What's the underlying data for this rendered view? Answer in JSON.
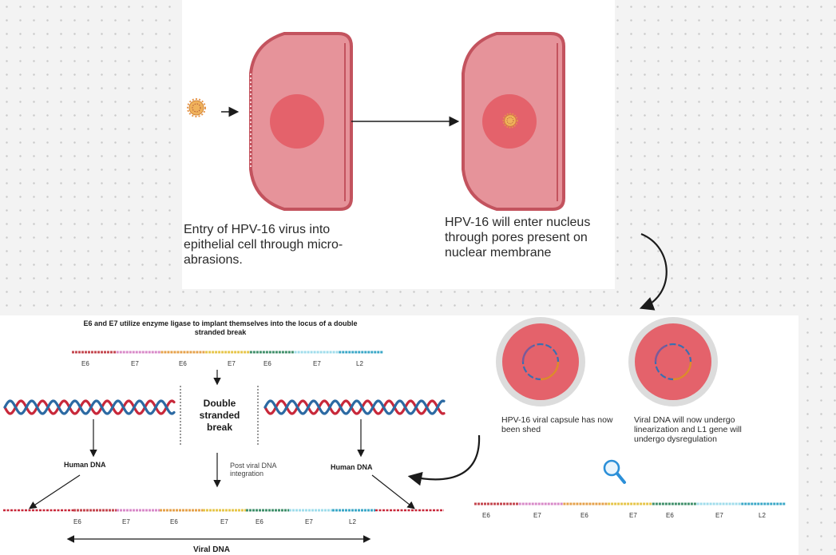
{
  "step1": {
    "caption": "Entry of HPV-16 virus into epithelial cell through micro-abrasions."
  },
  "step2": {
    "caption": "HPV-16 will enter nucleus through pores present on nuclear membrane"
  },
  "step3": {
    "caption": "HPV-16 viral capsule has now been shed"
  },
  "step4": {
    "caption": "Viral DNA will now undergo linearization and L1 gene will undergo dysregulation"
  },
  "integration": {
    "title": "E6 and E7 utilize enzyme ligase to implant themselves into the locus of a double stranded break",
    "break_label": "Double stranded break",
    "human_dna_left": "Human DNA",
    "human_dna_right": "Human DNA",
    "post_label": "Post viral DNA integration",
    "viral_dna_label": "Viral DNA"
  },
  "gene_labels_top": [
    "E6",
    "E7",
    "E6",
    "E7",
    "E6",
    "E7",
    "L2"
  ],
  "gene_labels_bottom": [
    "E6",
    "E7",
    "E6",
    "E7",
    "E6",
    "E7",
    "L2"
  ],
  "gene_labels_right": [
    "E6",
    "E7",
    "E6",
    "E7",
    "E6",
    "E7",
    "L2"
  ],
  "colors": {
    "cell_fill": "#e6939a",
    "cell_border": "#c3535e",
    "nucleus": "#e4626b",
    "virus": "#f0b25b",
    "helix_red": "#c8283a",
    "helix_blue": "#2c6aa3",
    "magnifier": "#2b8fd8"
  }
}
